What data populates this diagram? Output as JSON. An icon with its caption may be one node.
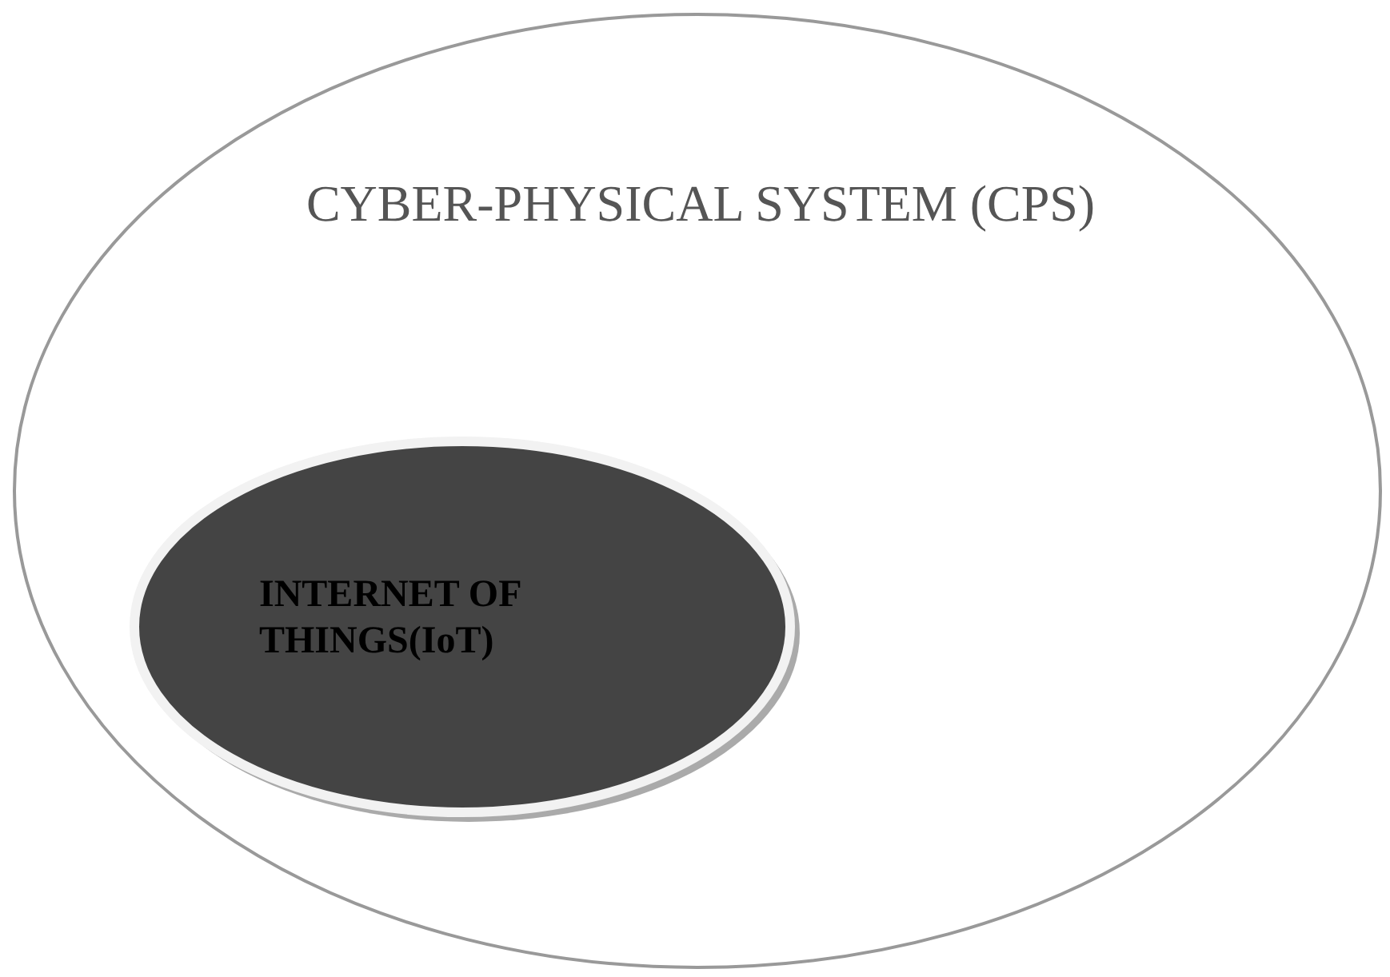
{
  "diagram": {
    "nodes": [
      {
        "text": [
          "CYBER-PHYSICAL SYSTEM (CPS)"
        ]
      },
      {
        "text": [
          "INTERNET OF THINGS(IoT)"
        ],
        "in": 0
      }
    ]
  }
}
